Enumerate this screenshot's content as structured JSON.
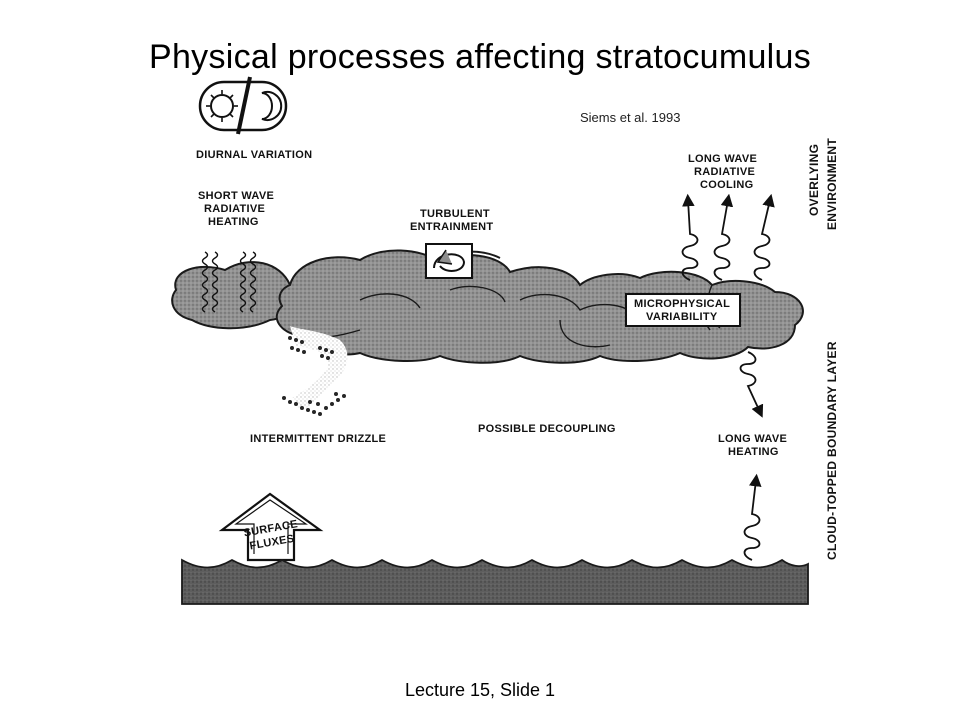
{
  "slide": {
    "title": "Physical processes affecting stratocumulus",
    "citation": "Siems et al. 1993",
    "footer": "Lecture 15, Slide 1"
  },
  "diagram": {
    "labels": {
      "diurnal_variation": "DIURNAL VARIATION",
      "short_wave_1": "SHORT WAVE",
      "short_wave_2": "RADIATIVE",
      "short_wave_3": "HEATING",
      "turbulent_1": "TURBULENT",
      "turbulent_2": "ENTRAINMENT",
      "lw_cooling_1": "LONG WAVE",
      "lw_cooling_2": "RADIATIVE",
      "lw_cooling_3": "COOLING",
      "overlying_1": "OVERLYING",
      "overlying_2": "ENVIRONMENT",
      "micro_1": "MICROPHYSICAL",
      "micro_2": "VARIABILITY",
      "ctbl": "CLOUD-TOPPED BOUNDARY LAYER",
      "drizzle": "INTERMITTENT DRIZZLE",
      "decoupling": "POSSIBLE DECOUPLING",
      "lw_heating_1": "LONG WAVE",
      "lw_heating_2": "HEATING",
      "surface_1": "SURFACE",
      "surface_2": "FLUXES"
    },
    "colors": {
      "cloud_fill": "#8d8d8d",
      "cloud_edge": "#1a1a1a",
      "ocean_fill": "#5a5a5a",
      "drizzle": "#262626"
    },
    "icons": [
      "sun-icon",
      "moon-icon",
      "spiral-arrow-icon",
      "drizzle-drops-icon",
      "surface-flux-arrow-icon",
      "entrainment-box-icon"
    ]
  }
}
